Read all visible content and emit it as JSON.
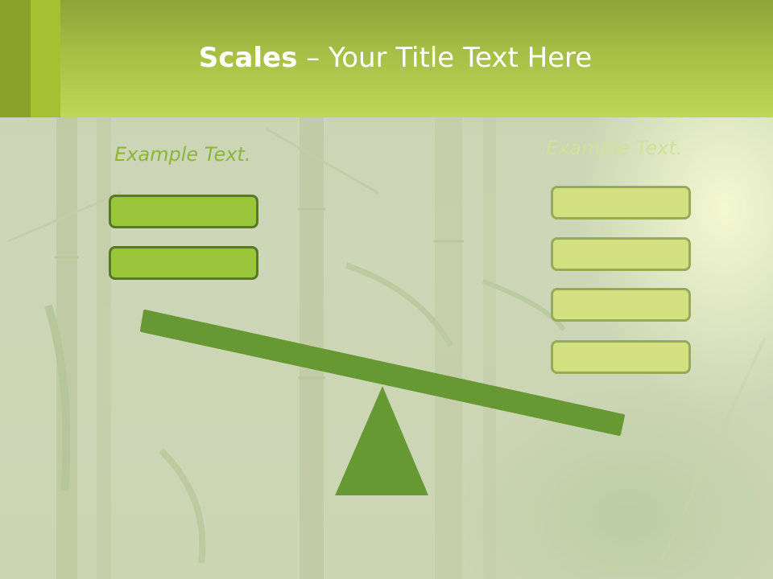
{
  "title": {
    "bold": "Scales",
    "rest": " – Your Title Text Here"
  },
  "left": {
    "label": "Example Text.",
    "box_count": 2
  },
  "right": {
    "label": "Example Text.",
    "box_count": 4
  },
  "colors": {
    "header": "#a6bf44",
    "left_box_fill": "#99c63b",
    "left_box_border": "#58772b",
    "right_box_fill": "#d2e07f",
    "right_box_border": "#96aa5c",
    "beam_and_fulcrum": "#669933"
  }
}
